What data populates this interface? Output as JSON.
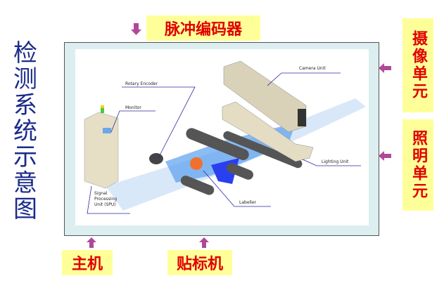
{
  "title": "检测系统示意图",
  "labels": {
    "encoder": "脉冲编码器",
    "camera": "摄像单元",
    "lighting": "照明单元",
    "host": "主机",
    "labeler": "贴标机"
  },
  "diagram": {
    "camera_unit": "Camera Unit",
    "rotary_encoder": "Rotary Encoder",
    "monitor": "Monitor",
    "lighting_unit": "Lighting Unit",
    "labeller": "Labeller",
    "spu_line1": "Signal",
    "spu_line2": "Processing",
    "spu_line3": "Unit  (SPU)"
  },
  "colors": {
    "label_bg": "#ffff99",
    "label_text": "#e00000",
    "arrow": "#b0489a",
    "title": "#1a2b8a",
    "frame": "#dceef0"
  }
}
